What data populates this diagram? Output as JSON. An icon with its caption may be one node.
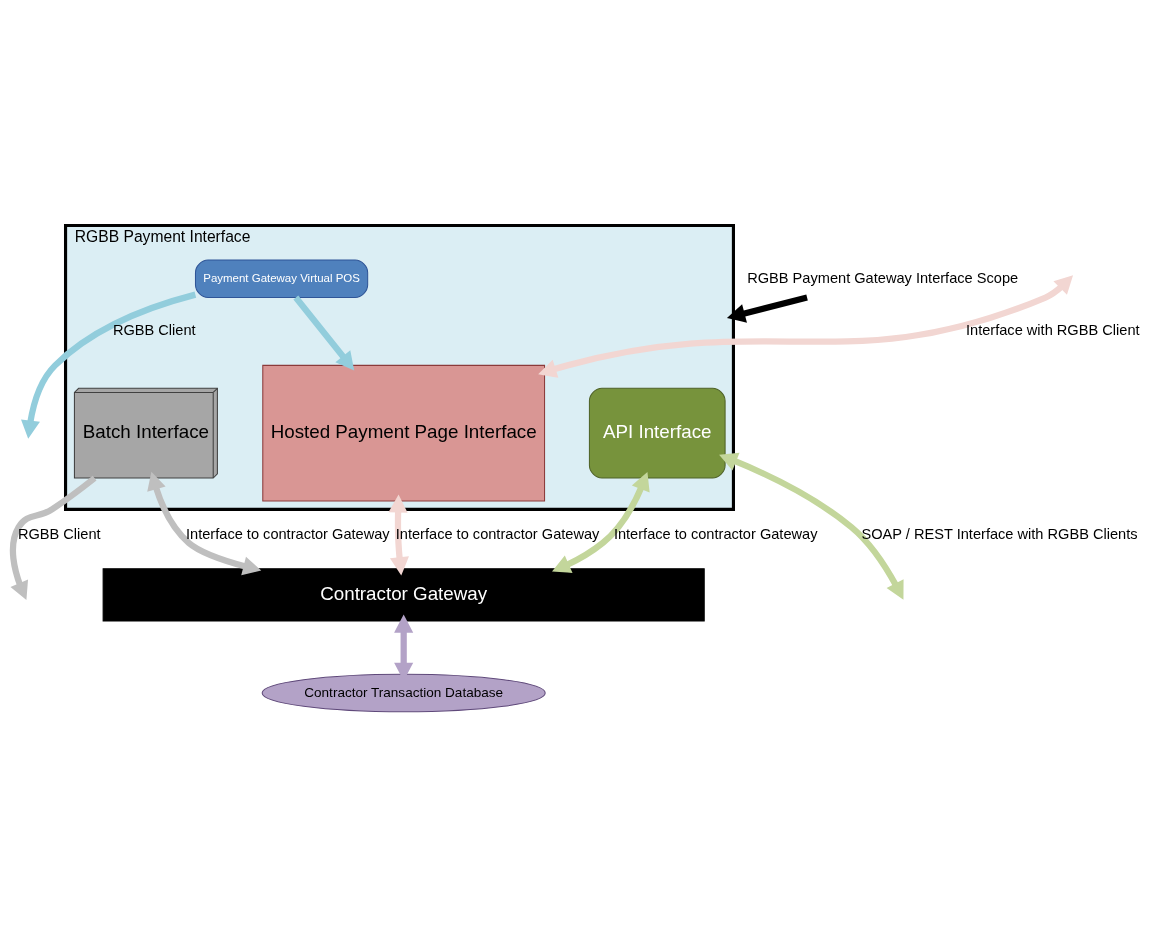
{
  "diagram": {
    "nodes": [
      {
        "text": [
          "RGBB Payment Interface"
        ]
      },
      {
        "text": [
          "Hosted Payment Page Interface"
        ],
        "in": 0
      },
      {
        "text": [
          "Payment Gateway Virtual POS"
        ],
        "in": 0
      },
      {
        "text": [
          "Batch Interface"
        ],
        "in": 0
      },
      {
        "text": [
          "API Interface"
        ],
        "in": 0
      },
      {
        "text": [
          "Contractor Gateway"
        ]
      },
      {
        "text": [
          "Contractor Transaction Database"
        ]
      },
      {
        "text": [
          "RGBB Payment Gateway Interface Scope"
        ]
      }
    ],
    "edges": [
      {
        "from": null,
        "to": 1,
        "arrow": "both",
        "label": "Interface with RGBB Client",
        "color": "#f2d6d2"
      },
      {
        "from": 2,
        "to": null,
        "arrow": "to",
        "label": "RGBB Client",
        "color": "#92cddc"
      },
      {
        "from": 3,
        "to": null,
        "arrow": "to",
        "label": "RGBB Client",
        "color": "#bfbfbf"
      },
      {
        "from": 2,
        "to": 1,
        "arrow": "to",
        "color": "#92cddc"
      },
      {
        "from": 4,
        "to": null,
        "arrow": "both",
        "label": "SOAP / REST Interface with RGBB Clients",
        "color": "#c3d69b"
      },
      {
        "from": 1,
        "to": 5,
        "arrow": "both",
        "label": "Interface to contractor Gateway",
        "color": "#f2d6d2"
      },
      {
        "from": 3,
        "to": 5,
        "arrow": "both",
        "label": "Interface to contractor Gateway",
        "color": "#bfbfbf"
      },
      {
        "from": 4,
        "to": 5,
        "arrow": "both",
        "label": "Interface to contractor Gateway",
        "color": "#c3d69b"
      },
      {
        "from": 5,
        "to": 6,
        "arrow": "both",
        "color": "#b3a2c7"
      },
      {
        "from": 7,
        "to": 0,
        "arrow": "to",
        "color": "#000000"
      }
    ]
  }
}
